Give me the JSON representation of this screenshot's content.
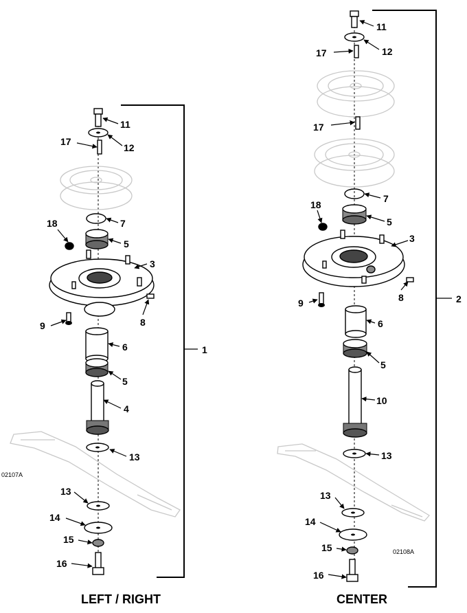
{
  "assemblies": {
    "left": {
      "caption": "LEFT / RIGHT",
      "figure_id": "02107A",
      "assembly_number": "1",
      "callouts": [
        "11",
        "12",
        "17",
        "7",
        "18",
        "5",
        "3",
        "9",
        "8",
        "6",
        "5",
        "4",
        "13",
        "13",
        "14",
        "15",
        "16"
      ]
    },
    "right": {
      "caption": "CENTER",
      "figure_id": "02108A",
      "assembly_number": "2",
      "callouts": [
        "11",
        "17",
        "12",
        "17",
        "7",
        "18",
        "5",
        "3",
        "9",
        "8",
        "6",
        "5",
        "10",
        "13",
        "13",
        "14",
        "15",
        "16"
      ]
    }
  },
  "colors": {
    "ink": "#000000",
    "ghost_part": "#c8c8c8",
    "background": "#ffffff"
  }
}
